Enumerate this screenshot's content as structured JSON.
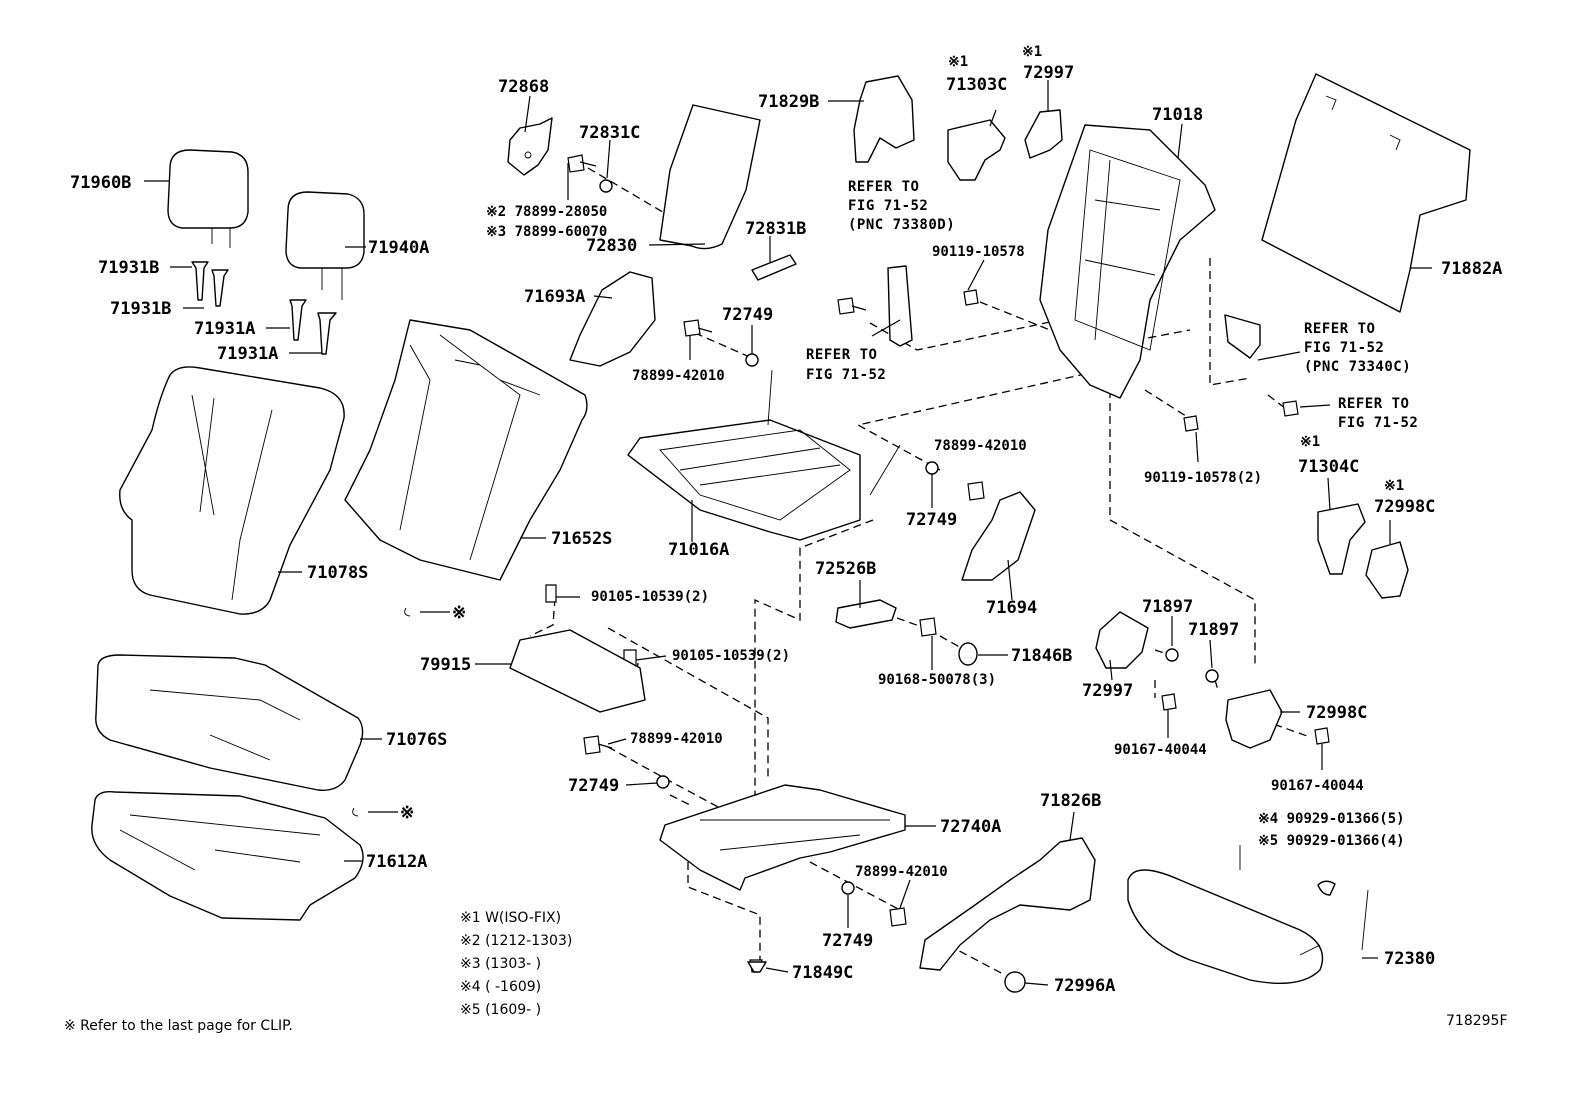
{
  "labels": [
    {
      "id": "pn-72868",
      "text": "72868"
    },
    {
      "id": "pn-72831c",
      "text": "72831C"
    },
    {
      "id": "pn-78899-28050",
      "text": "※2 78899-28050"
    },
    {
      "id": "pn-78899-60070",
      "text": "※3 78899-60070"
    },
    {
      "id": "pn-72830",
      "text": "72830"
    },
    {
      "id": "pn-72831b",
      "text": "72831B"
    },
    {
      "id": "pn-71829b",
      "text": "71829B"
    },
    {
      "id": "pn-71960b",
      "text": "71960B"
    },
    {
      "id": "pn-71940a",
      "text": "71940A"
    },
    {
      "id": "pn-71931b-1",
      "text": "71931B"
    },
    {
      "id": "pn-71931b-2",
      "text": "71931B"
    },
    {
      "id": "pn-71931a-1",
      "text": "71931A"
    },
    {
      "id": "pn-71931a-2",
      "text": "71931A"
    },
    {
      "id": "pn-71693a",
      "text": "71693A"
    },
    {
      "id": "pn-72749-1",
      "text": "72749"
    },
    {
      "id": "pn-78899-42010-1",
      "text": "78899-42010"
    },
    {
      "id": "pn-71078s",
      "text": "71078S"
    },
    {
      "id": "pn-71652s",
      "text": "71652S"
    },
    {
      "id": "pn-71016a",
      "text": "71016A"
    },
    {
      "id": "pn-78899-42010-2",
      "text": "78899-42010"
    },
    {
      "id": "pn-72749-2",
      "text": "72749"
    },
    {
      "id": "pn-71694",
      "text": "71694"
    },
    {
      "id": "pn-72526b",
      "text": "72526B"
    },
    {
      "id": "pn-90168-50078",
      "text": "90168-50078(3)"
    },
    {
      "id": "pn-71846b",
      "text": "71846B"
    },
    {
      "id": "pn-90105-10539-1",
      "text": "90105-10539(2)"
    },
    {
      "id": "pn-90105-10539-2",
      "text": "90105-10539(2)"
    },
    {
      "id": "pn-79915",
      "text": "79915"
    },
    {
      "id": "pn-71076s",
      "text": "71076S"
    },
    {
      "id": "pn-78899-42010-3",
      "text": "78899-42010"
    },
    {
      "id": "pn-72749-3",
      "text": "72749"
    },
    {
      "id": "pn-72740a",
      "text": "72740A"
    },
    {
      "id": "pn-78899-42010-4",
      "text": "78899-42010"
    },
    {
      "id": "pn-72749-4",
      "text": "72749"
    },
    {
      "id": "pn-71849c",
      "text": "71849C"
    },
    {
      "id": "pn-71612a",
      "text": "71612A"
    },
    {
      "id": "pn-71303c-mark",
      "text": "※1"
    },
    {
      "id": "pn-71303c",
      "text": "71303C"
    },
    {
      "id": "pn-72997-mark",
      "text": "※1"
    },
    {
      "id": "pn-72997-1",
      "text": "72997"
    },
    {
      "id": "pn-71018",
      "text": "71018"
    },
    {
      "id": "pn-90119-10578-1",
      "text": "90119-10578"
    },
    {
      "id": "pn-90119-10578-2",
      "text": "90119-10578(2)"
    },
    {
      "id": "pn-71882a",
      "text": "71882A"
    },
    {
      "id": "pn-71304c-mark",
      "text": "※1"
    },
    {
      "id": "pn-71304c",
      "text": "71304C"
    },
    {
      "id": "pn-72998c-mark",
      "text": "※1"
    },
    {
      "id": "pn-72998c-1",
      "text": "72998C"
    },
    {
      "id": "pn-71897-1",
      "text": "71897"
    },
    {
      "id": "pn-71897-2",
      "text": "71897"
    },
    {
      "id": "pn-72997-2",
      "text": "72997"
    },
    {
      "id": "pn-72998c-2",
      "text": "72998C"
    },
    {
      "id": "pn-90167-40044-1",
      "text": "90167-40044"
    },
    {
      "id": "pn-90167-40044-2",
      "text": "90167-40044"
    },
    {
      "id": "pn-71826b",
      "text": "71826B"
    },
    {
      "id": "pn-90929-01366-4",
      "text": "※4 90929-01366(5)"
    },
    {
      "id": "pn-90929-01366-5",
      "text": "※5 90929-01366(4)"
    },
    {
      "id": "pn-72380",
      "text": "72380"
    },
    {
      "id": "pn-72996a",
      "text": "72996A"
    }
  ],
  "refs": [
    {
      "id": "ref-73380d",
      "lines": [
        "REFER TO",
        "FIG 71-52",
        "(PNC 73380D)"
      ]
    },
    {
      "id": "ref-fig-1",
      "lines": [
        "REFER TO",
        "FIG 71-52"
      ]
    },
    {
      "id": "ref-73340c",
      "lines": [
        "REFER TO",
        "FIG 71-52",
        "(PNC 73340C)"
      ]
    },
    {
      "id": "ref-fig-2",
      "lines": [
        "REFER TO",
        "FIG 71-52"
      ]
    }
  ],
  "clip_marks": [
    {
      "id": "clip-mark-1",
      "text": "※"
    },
    {
      "id": "clip-mark-2",
      "text": "※"
    }
  ],
  "legend": [
    {
      "id": "legend-1",
      "text": "※1  W(ISO-FIX)"
    },
    {
      "id": "legend-2",
      "text": "※2  (1212-1303)"
    },
    {
      "id": "legend-3",
      "text": "※3  (1303-      )"
    },
    {
      "id": "legend-4",
      "text": "※4  (      -1609)"
    },
    {
      "id": "legend-5",
      "text": "※5  (1609-      )"
    }
  ],
  "footnote": "※   Refer to the last page for CLIP.",
  "figure_code": "718295F"
}
